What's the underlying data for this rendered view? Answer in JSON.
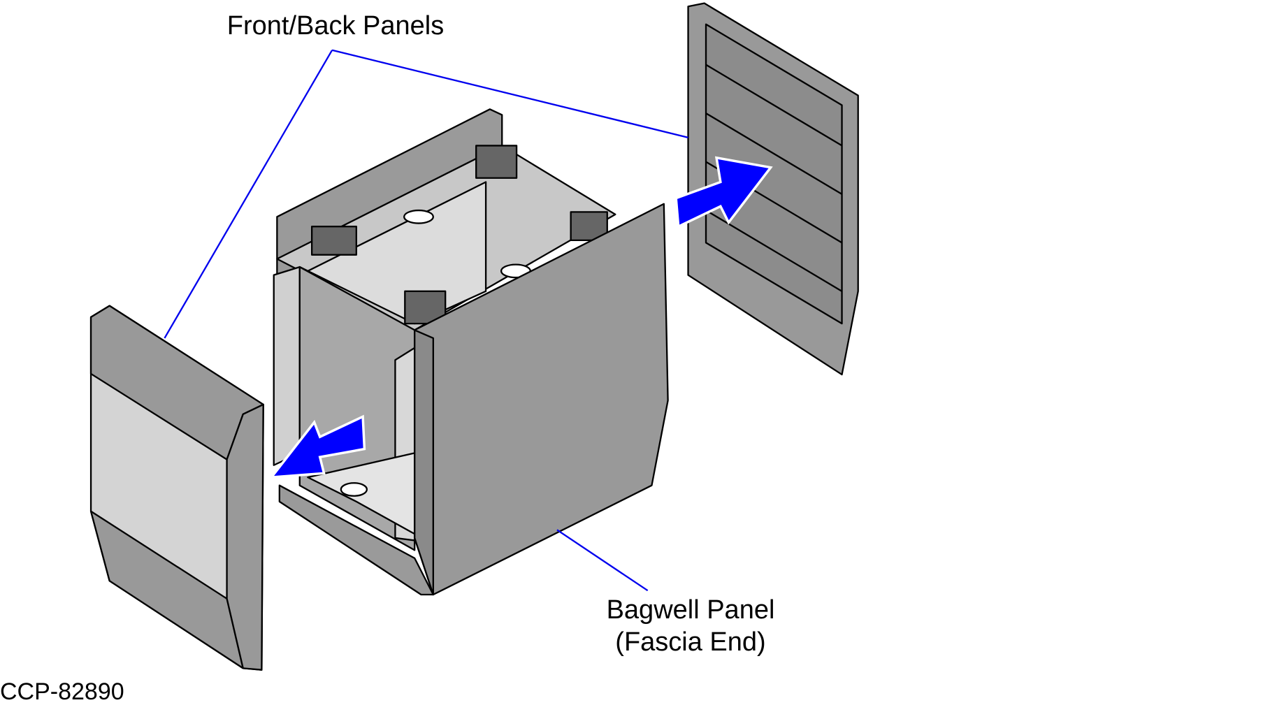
{
  "labels": {
    "front_back": "Front/Back Panels",
    "bagwell_line1": "Bagwell Panel",
    "bagwell_line2": "(Fascia End)",
    "figure_id": "CCP-82890"
  },
  "colors": {
    "leader": "#0000ee",
    "arrow": "#0000ff",
    "panel": "#999999",
    "panel_light": "#d4d4d4"
  }
}
